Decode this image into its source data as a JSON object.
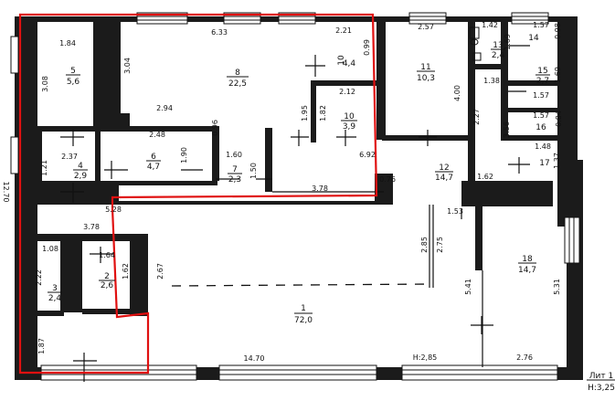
{
  "rooms": [
    {
      "num": "1",
      "area": "72,0"
    },
    {
      "num": "2",
      "area": "2,6"
    },
    {
      "num": "3",
      "area": "2,4"
    },
    {
      "num": "4",
      "area": "2,9"
    },
    {
      "num": "5",
      "area": "5,6"
    },
    {
      "num": "6",
      "area": "4,7"
    },
    {
      "num": "7",
      "area": "2,3"
    },
    {
      "num": "8",
      "area": "22,5"
    },
    {
      "num": "10",
      "area": "4,4"
    },
    {
      "num": "10",
      "area": "3,9"
    },
    {
      "num": "11",
      "area": "10,3"
    },
    {
      "num": "12",
      "area": "14,7"
    },
    {
      "num": "13",
      "area": "2,4"
    },
    {
      "num": "14",
      "area": ""
    },
    {
      "num": "15",
      "area": "2,7"
    },
    {
      "num": "16",
      "area": ""
    },
    {
      "num": "17",
      "area": ""
    },
    {
      "num": "18",
      "area": "14,7"
    }
  ],
  "dimensions": {
    "d_184": "1.84",
    "d_308": "3.08",
    "d_304": "3.04",
    "d_633": "6.33",
    "d_221": "2.21",
    "d_099": "0.99",
    "d_257": "2.57",
    "d_142": "1.42",
    "d_157a": "1.57",
    "d_098": "0.98",
    "d_169a": "1.69",
    "d_169b": "1.69",
    "d_138": "1.38",
    "d_400": "4.00",
    "d_212": "2.12",
    "d_182": "1.82",
    "d_195": "1.95",
    "d_294": "2.94",
    "d_248": "2.48",
    "d_096": "0.96",
    "d_237": "2.37",
    "d_121": "1.21",
    "d_190": "1.90",
    "d_160": "1.60",
    "d_150": "1.50",
    "d_692": "6.92",
    "d_378a": "3.78",
    "d_076": "0.76",
    "d_227": "2.27",
    "d_356": "3.56",
    "d_157b": "1.57",
    "d_157c": "1.57",
    "d_084": "0.84",
    "d_148": "1.48",
    "d_137": "1.37",
    "d_162a": "1.62",
    "d_153": "1.53",
    "d_528": "5.28",
    "d_378b": "3.78",
    "d_108": "1.08",
    "d_164": "1.64",
    "d_222": "2.22",
    "d_162b": "1.62",
    "d_267": "2.67",
    "d_285": "2.85",
    "d_275": "2.75",
    "d_541": "5.41",
    "d_531": "5.31",
    "d_187": "1.87",
    "d_1470": "14.70",
    "d_276": "2.76",
    "d_side": "12.70"
  },
  "height_note": "H:2,85",
  "lit_label": "Лит 1",
  "lit_height": "H:3,25",
  "colors": {
    "wall": "#1b1b1b",
    "highlight": "#e01010"
  }
}
